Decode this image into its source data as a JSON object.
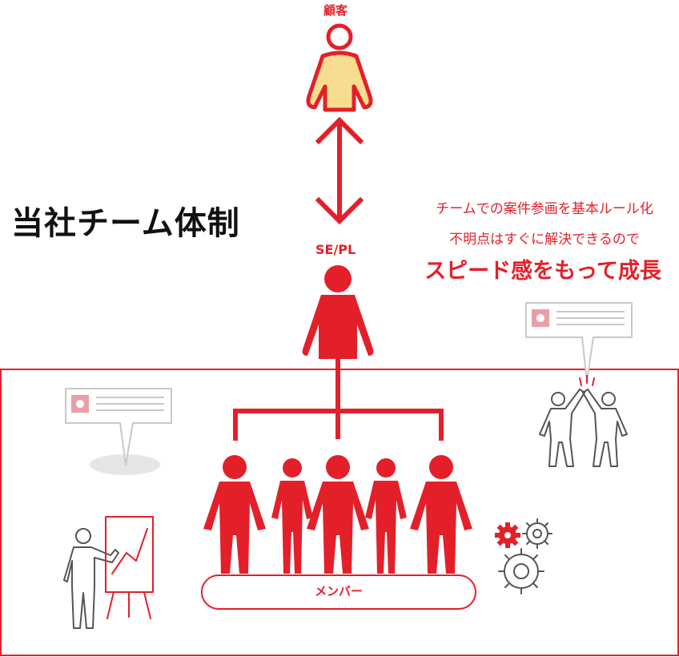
{
  "labels": {
    "customer": "顧客",
    "title": "当社チーム体制",
    "se_pl": "SE/PL",
    "members": "メンバー"
  },
  "note": {
    "line1": "チームでの案件参画を基本ルール化",
    "line2": "不明点はすぐに解決できるので",
    "emphasis": "スピード感をもって成長"
  },
  "colors": {
    "accent": "#e3202a",
    "customer_fill": "#f8dc8f",
    "outline_gray": "#555555",
    "light_gray": "#c8c8c8",
    "doc_pink": "#e8a0a6",
    "shadow": "#e6e6e6"
  }
}
